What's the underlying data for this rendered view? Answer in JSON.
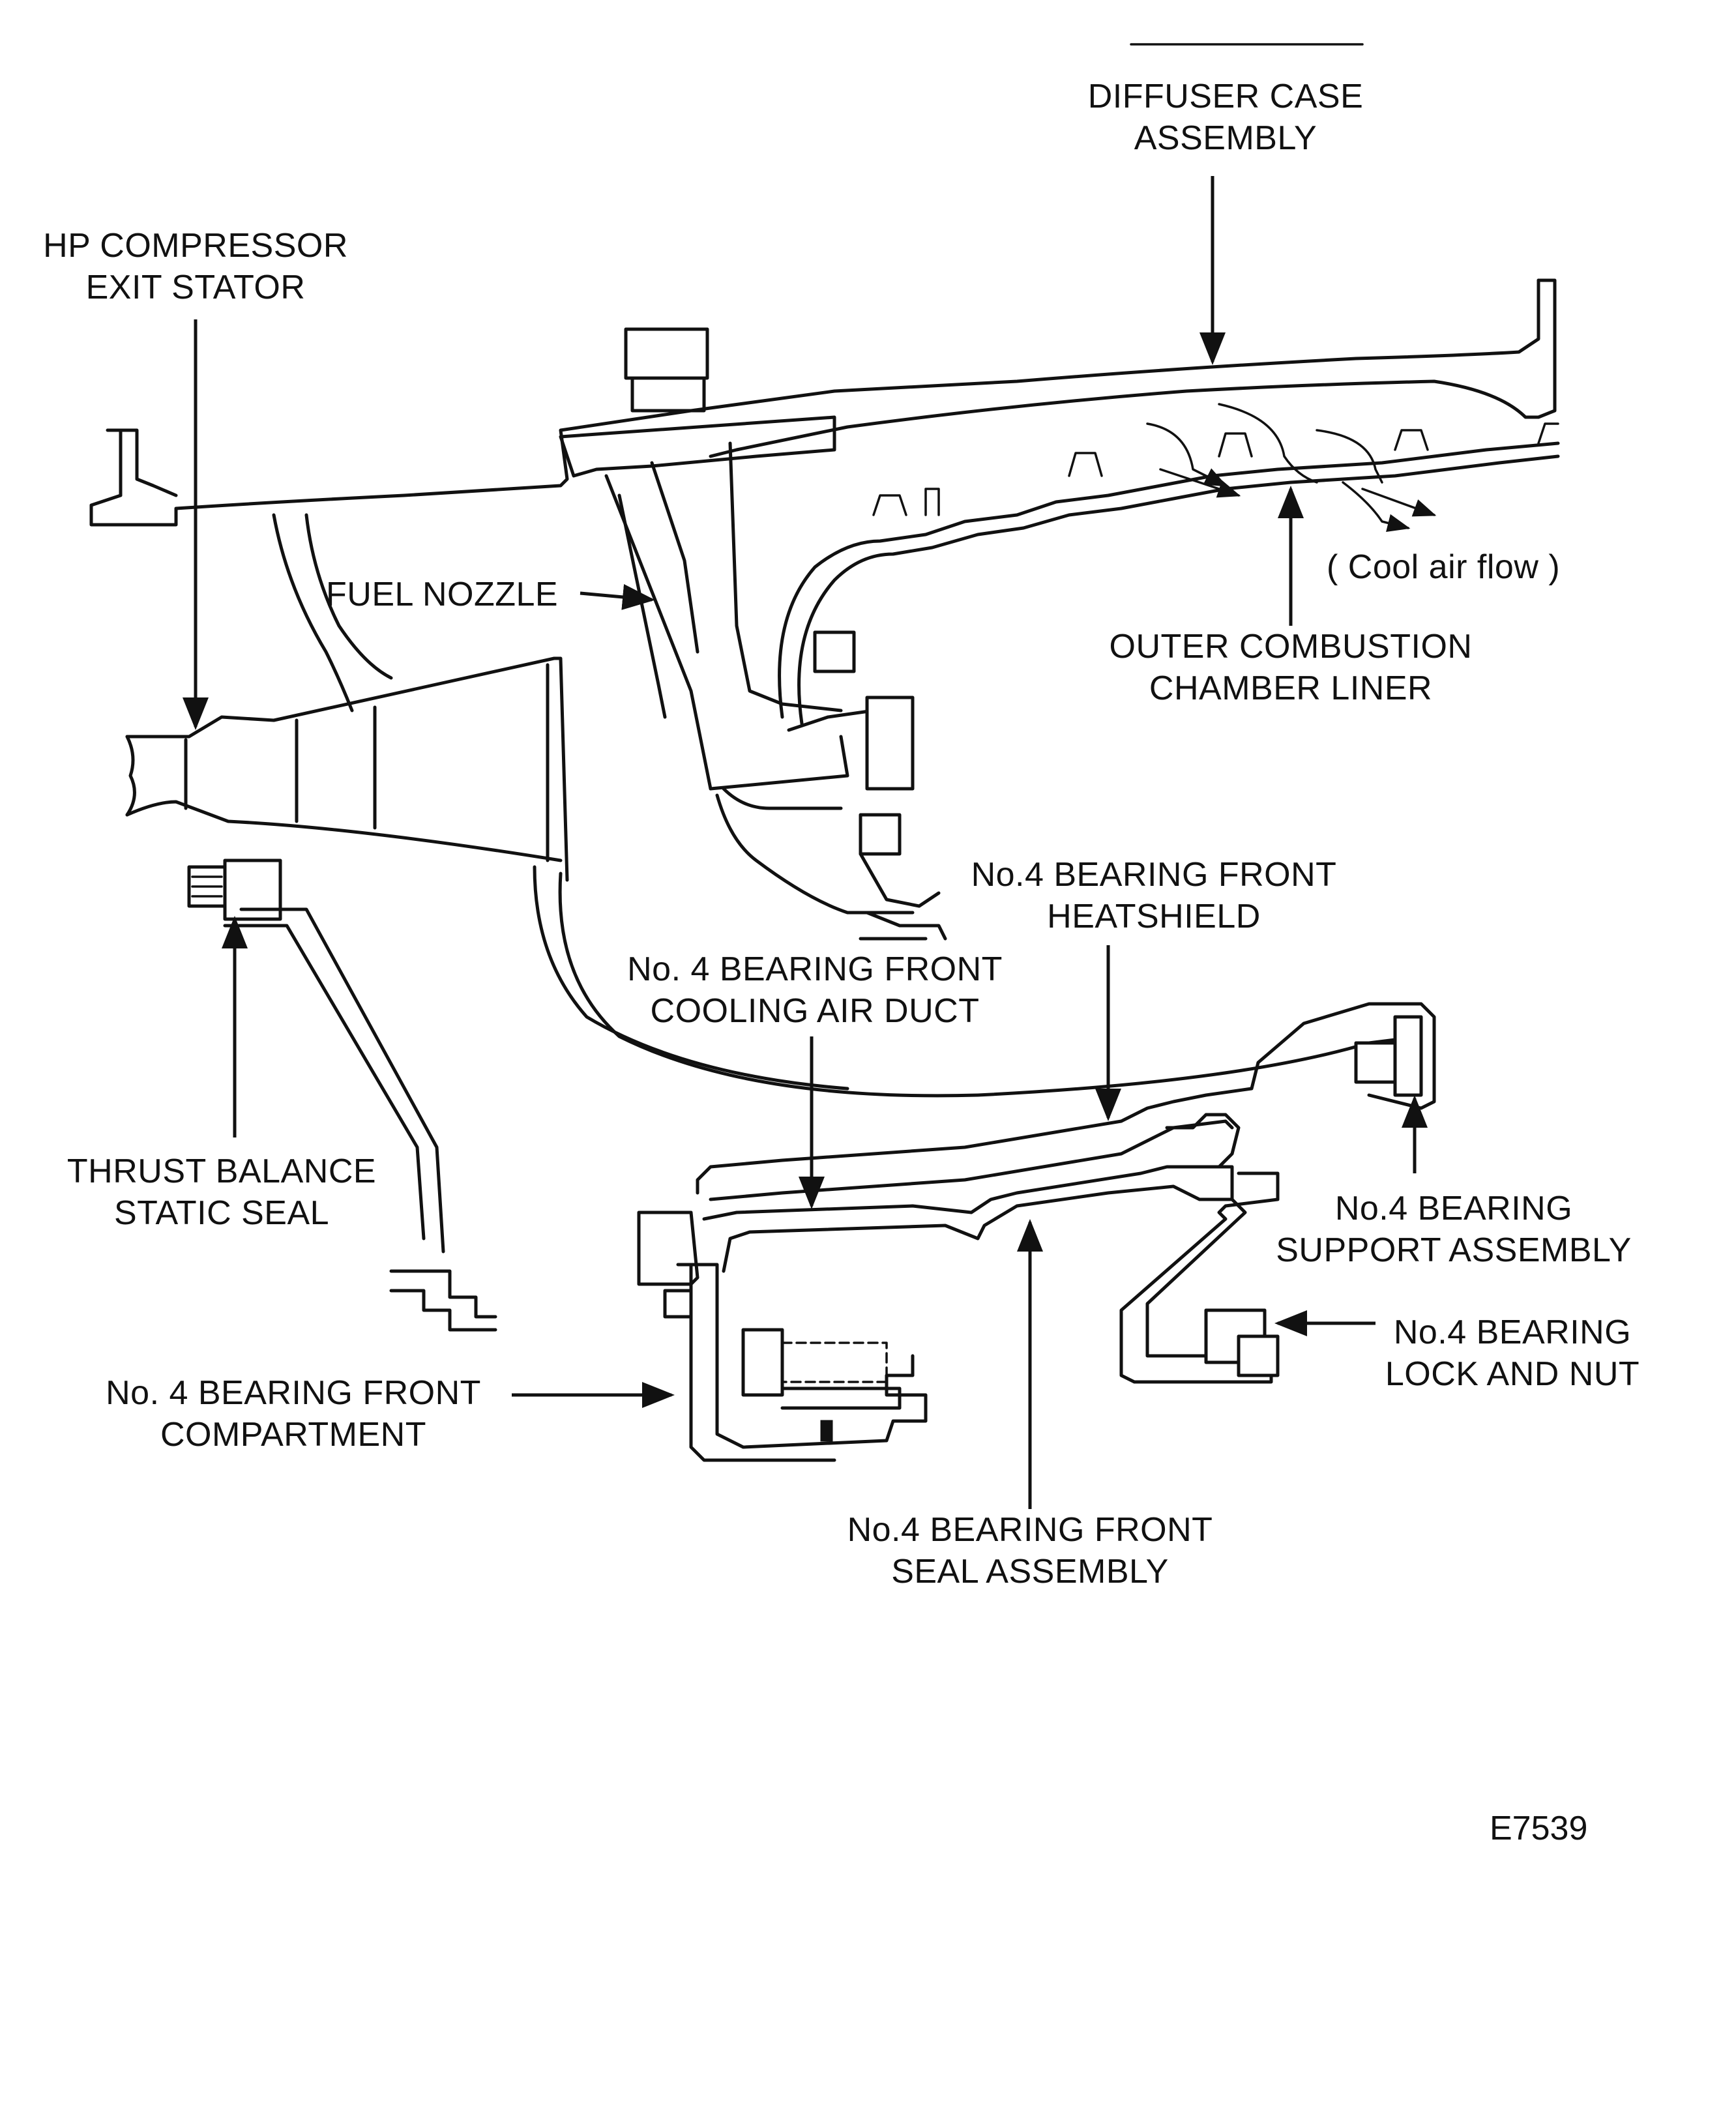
{
  "diagram": {
    "labels": {
      "diffuser_case": [
        "DIFFUSER CASE",
        "ASSEMBLY"
      ],
      "hp_compressor": [
        "HP COMPRESSOR",
        "EXIT STATOR"
      ],
      "fuel_nozzle": "FUEL NOZZLE",
      "cool_air_flow": "( Cool air flow )",
      "outer_liner": [
        "OUTER COMBUSTION",
        "CHAMBER LINER"
      ],
      "heatshield": [
        "No.4 BEARING FRONT",
        "HEATSHIELD"
      ],
      "cooling_duct": [
        "No. 4 BEARING FRONT",
        "COOLING AIR DUCT"
      ],
      "thrust_seal": [
        "THRUST BALANCE",
        "STATIC SEAL"
      ],
      "support_assembly": [
        "No.4 BEARING",
        "SUPPORT ASSEMBLY"
      ],
      "lock_nut": [
        "No.4 BEARING",
        "LOCK AND NUT"
      ],
      "front_compartment": [
        "No. 4 BEARING FRONT",
        "COMPARTMENT"
      ],
      "seal_assembly": [
        "No.4 BEARING FRONT",
        "SEAL ASSEMBLY"
      ]
    },
    "figure_code": "E7539"
  }
}
